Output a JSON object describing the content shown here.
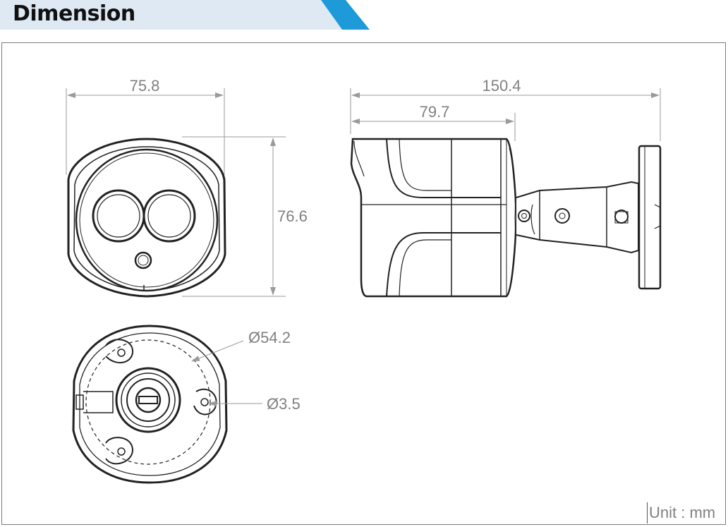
{
  "header": {
    "title": "Dimension",
    "band_color": "#dfe9f3",
    "accent_color": "#1e9ad9"
  },
  "dimensions": {
    "front_width": "75.8",
    "front_height": "76.6",
    "side_total_length": "150.4",
    "side_body_length": "79.7",
    "mount_circle_diameter": "Ø54.2",
    "screw_hole_diameter": "Ø3.5"
  },
  "footer": {
    "unit_label": "Unit : mm"
  }
}
